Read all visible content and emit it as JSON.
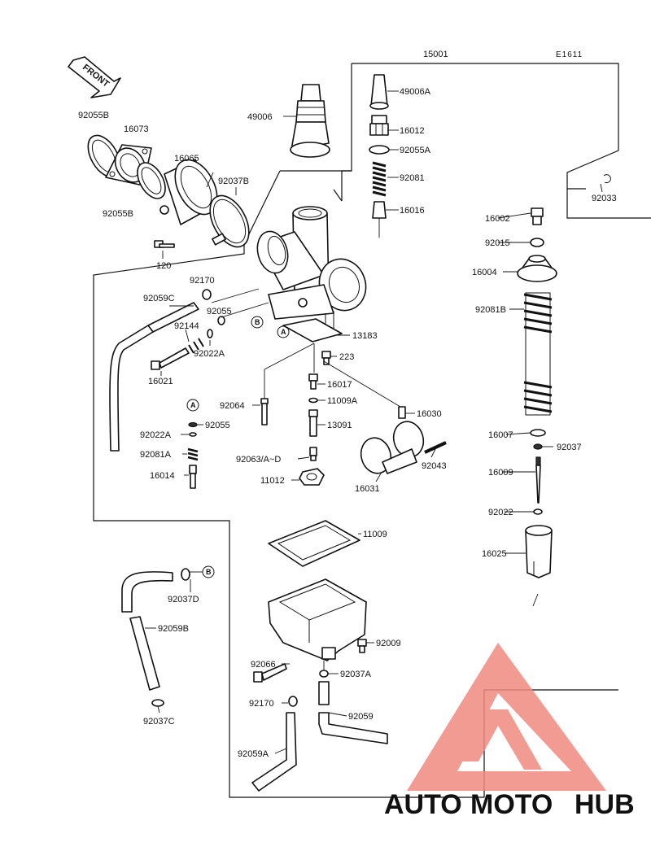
{
  "diagram": {
    "code": "E1611",
    "front_label": "FRONT",
    "assembly_label": "15001",
    "parts": [
      {
        "id": "49006"
      },
      {
        "id": "49006A"
      },
      {
        "id": "16012"
      },
      {
        "id": "92055A"
      },
      {
        "id": "92081"
      },
      {
        "id": "16016"
      },
      {
        "id": "92055B"
      },
      {
        "id": "16073"
      },
      {
        "id": "16065"
      },
      {
        "id": "92037B"
      },
      {
        "id": "92055B"
      },
      {
        "id": "120"
      },
      {
        "id": "92033"
      },
      {
        "id": "16002"
      },
      {
        "id": "92015"
      },
      {
        "id": "16004"
      },
      {
        "id": "92081B"
      },
      {
        "id": "16007"
      },
      {
        "id": "92037"
      },
      {
        "id": "16009"
      },
      {
        "id": "92022"
      },
      {
        "id": "16025"
      },
      {
        "id": "92170"
      },
      {
        "id": "92059C"
      },
      {
        "id": "92055"
      },
      {
        "id": "92144"
      },
      {
        "id": "92022A"
      },
      {
        "id": "16021"
      },
      {
        "id": "13183"
      },
      {
        "id": "223"
      },
      {
        "id": "16017"
      },
      {
        "id": "92064"
      },
      {
        "id": "11009A"
      },
      {
        "id": "16030"
      },
      {
        "id": "13091"
      },
      {
        "id": "92022A"
      },
      {
        "id": "92055"
      },
      {
        "id": "92081A"
      },
      {
        "id": "92063/A~D"
      },
      {
        "id": "92043"
      },
      {
        "id": "16014"
      },
      {
        "id": "11012"
      },
      {
        "id": "16031"
      },
      {
        "id": "11009"
      },
      {
        "id": "92037D"
      },
      {
        "id": "92059B"
      },
      {
        "id": "92009"
      },
      {
        "id": "92066"
      },
      {
        "id": "92037A"
      },
      {
        "id": "92170"
      },
      {
        "id": "92059"
      },
      {
        "id": "92037C"
      },
      {
        "id": "92059A"
      }
    ],
    "ref_marks": [
      {
        "letter": "B"
      },
      {
        "letter": "A"
      },
      {
        "letter": "A"
      },
      {
        "letter": "B"
      }
    ]
  },
  "watermark": {
    "text_part1": "AUTO",
    "text_part2": "MOTO",
    "text_part3": "HUB",
    "colors": {
      "logo": "#f08a80",
      "auto": "#f5c66a",
      "moto": "#f08a80",
      "hub": "#6b6b6b"
    }
  }
}
